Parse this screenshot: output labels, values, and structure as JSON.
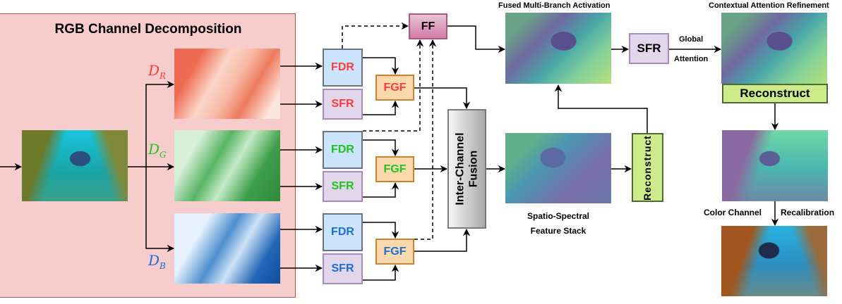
{
  "panel": {
    "title": "RGB Channel Decomposition"
  },
  "channels": [
    {
      "symbol": "D",
      "subscript": "R",
      "color": "#ff3b3b",
      "fdr_label": "FDR",
      "sfr_label": "SFR",
      "fgf_label": "FGF"
    },
    {
      "symbol": "D",
      "subscript": "G",
      "color": "#1ec31e",
      "fdr_label": "FDR",
      "sfr_label": "SFR",
      "fgf_label": "FGF"
    },
    {
      "symbol": "D",
      "subscript": "B",
      "color": "#1c6fd1",
      "fdr_label": "FDR",
      "sfr_label": "SFR",
      "fgf_label": "FGF"
    }
  ],
  "ff": {
    "label": "FF"
  },
  "inter_channel_fusion": {
    "line1": "Inter-Channel",
    "line2": "Fusion"
  },
  "fused": {
    "caption": "Fused Multi-Branch Activation"
  },
  "spatio": {
    "caption_line1": "Spatio-Spectral",
    "caption_line2": "Feature Stack"
  },
  "reconstruct_vertical": {
    "label": "Reconstruct"
  },
  "sfr_global": {
    "label": "SFR",
    "edge_label_top": "Global",
    "edge_label_bottom": "Attention"
  },
  "contextual": {
    "caption": "Contextual Attention Refinement"
  },
  "reconstruct_horizontal": {
    "label": "Reconstruct"
  },
  "recalibration": {
    "left_label": "Color Channel",
    "right_label": "Recalibration"
  },
  "images": {
    "input": "underwater-input-image",
    "red_channel": "red-channel-map",
    "green_channel": "green-channel-map",
    "blue_channel": "blue-channel-map",
    "fused_activation": "fused-activation-map",
    "spatio_spectral": "spatio-spectral-map",
    "contextual_attention": "contextual-attention-map",
    "reconstructed": "reconstructed-image",
    "final_output": "enhanced-output-image"
  }
}
